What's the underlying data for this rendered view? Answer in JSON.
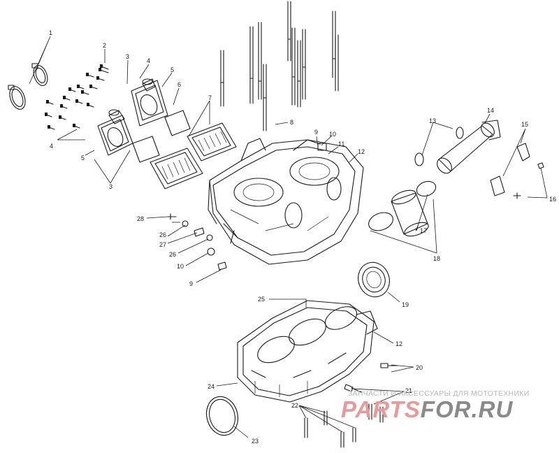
{
  "callouts": [
    "1",
    "2",
    "3",
    "4",
    "5",
    "6",
    "7",
    "8",
    "9",
    "10",
    "11",
    "12",
    "13",
    "14",
    "15",
    "16",
    "17",
    "18",
    "19",
    "20",
    "21",
    "22",
    "23",
    "24",
    "25",
    "26",
    "27",
    "28"
  ],
  "watermark": {
    "tagline": "ЗАПЧАСТИ И АКСЕССУАРЫ ДЛЯ МОТОТЕХНИКИ",
    "brand_left": "PARTS",
    "brand_right": "FOR.RU",
    "left_color": "#e79a9a",
    "right_color": "#8a8a8a"
  }
}
